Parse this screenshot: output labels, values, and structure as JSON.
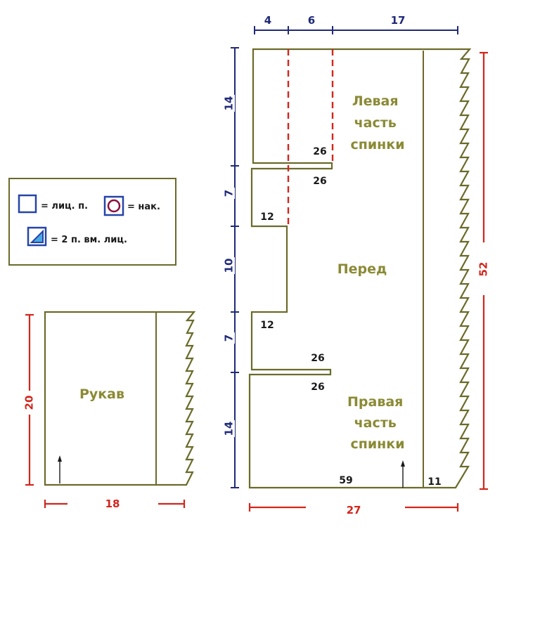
{
  "colors": {
    "outline": "#6b6a2a",
    "dimension_blue": "#1f2a78",
    "dimension_red": "#d2261c",
    "part_label": "#8b8a35",
    "symbol_blue": "#2544a8",
    "symbol_circle": "#8a1040"
  },
  "legend": {
    "knit": "= лиц. п.",
    "yarn_over": "= нак.",
    "k2tog": "= 2 п. вм. лиц."
  },
  "sleeve": {
    "label": "Рукав",
    "height": "20",
    "width": "18"
  },
  "body": {
    "left_back": [
      "Левая",
      "часть",
      "спинки"
    ],
    "front": "Перед",
    "right_back": [
      "Правая",
      "часть",
      "спинки"
    ],
    "top_widths": [
      "4",
      "6",
      "17"
    ],
    "side_heights": [
      "14",
      "7",
      "10",
      "7",
      "14"
    ],
    "total_height": "52",
    "bottom_width": "27",
    "stitches": {
      "upper_inner": "26",
      "upper_outer": "26",
      "armhole_top": "12",
      "armhole_bottom": "12",
      "lower_inner": "26",
      "lower_outer": "26",
      "main": "59",
      "edge": "11"
    }
  }
}
